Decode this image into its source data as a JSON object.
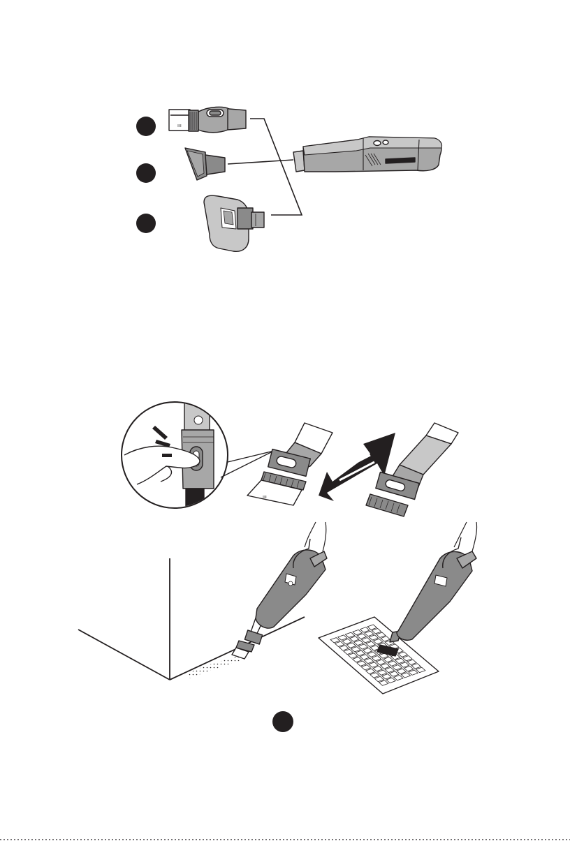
{
  "page": {
    "background": "#ffffff",
    "ink": "#231f20",
    "body_fill": "#8a8a8a",
    "light_fill": "#c8c8c8",
    "mid_fill": "#a7a7a7"
  },
  "section_a": {
    "markers": [
      {
        "icon": "filled-circle-marker",
        "label": ""
      },
      {
        "icon": "filled-circle-marker",
        "label": ""
      },
      {
        "icon": "filled-circle-marker",
        "label": ""
      }
    ],
    "tools": [
      {
        "icon": "crevice-brush-tool-icon"
      },
      {
        "icon": "wide-nozzle-tool-icon"
      },
      {
        "icon": "upholstery-brush-tool-icon"
      }
    ],
    "device_icon": "handheld-vacuum-icon"
  },
  "section_b": {
    "detail_icon": "release-button-press-detail-icon",
    "tool_collapsed_icon": "crevice-brush-retracted-icon",
    "tool_extended_icon": "crevice-brush-extended-icon",
    "arrow_icon": "extend-retract-double-arrow-icon"
  },
  "section_c": {
    "scene_left_icon": "cleaning-wall-corner-icon",
    "scene_right_icon": "cleaning-keyboard-icon",
    "marker": {
      "icon": "filled-circle-marker",
      "label": ""
    }
  }
}
